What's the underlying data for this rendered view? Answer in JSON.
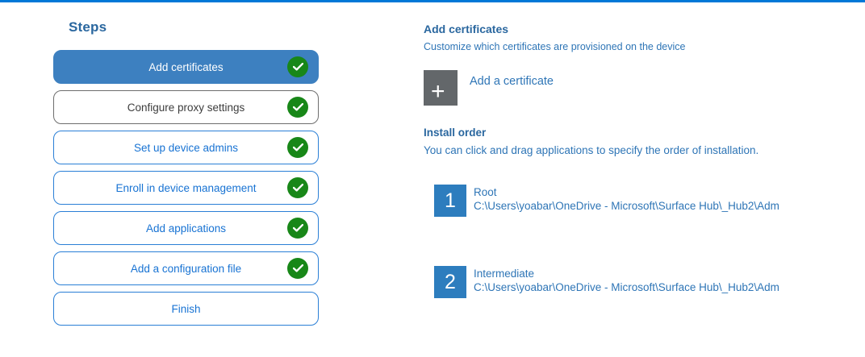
{
  "colors": {
    "top_bar": "#0078d7",
    "selected_step_fill": "#3d80c0",
    "step_border_blue": "#2a7fd6",
    "step_text_blue": "#1873d3",
    "neutral_border": "#6e6e6e",
    "heading_blue": "#2a679f",
    "body_blue": "#2e75b6",
    "check_green": "#188718",
    "plus_tile_gray": "#63676a",
    "number_tile_blue": "#2d7dbe"
  },
  "steps_panel": {
    "title": "Steps",
    "items": [
      {
        "label": "Add certificates",
        "state": "selected",
        "checked": true
      },
      {
        "label": "Configure proxy settings",
        "state": "neutral",
        "checked": true
      },
      {
        "label": "Set up device admins",
        "state": "default",
        "checked": true
      },
      {
        "label": "Enroll in device management",
        "state": "default",
        "checked": true
      },
      {
        "label": "Add applications",
        "state": "default",
        "checked": true
      },
      {
        "label": "Add a configuration file",
        "state": "default",
        "checked": true
      },
      {
        "label": "Finish",
        "state": "default",
        "checked": false
      }
    ]
  },
  "content": {
    "title": "Add certificates",
    "subtitle": "Customize which certificates are provisioned on the device",
    "add_button": {
      "icon": "plus-icon",
      "plus_glyph": "+",
      "label": "Add a certificate"
    },
    "install_order": {
      "title": "Install order",
      "subtitle": "You can click and drag applications to specify the order of installation.",
      "items": [
        {
          "order": "1",
          "name": "Root",
          "path": "C:\\Users\\yoabar\\OneDrive - Microsoft\\Surface Hub\\_Hub2\\Adm"
        },
        {
          "order": "2",
          "name": "Intermediate",
          "path": "C:\\Users\\yoabar\\OneDrive - Microsoft\\Surface Hub\\_Hub2\\Adm"
        }
      ]
    }
  }
}
